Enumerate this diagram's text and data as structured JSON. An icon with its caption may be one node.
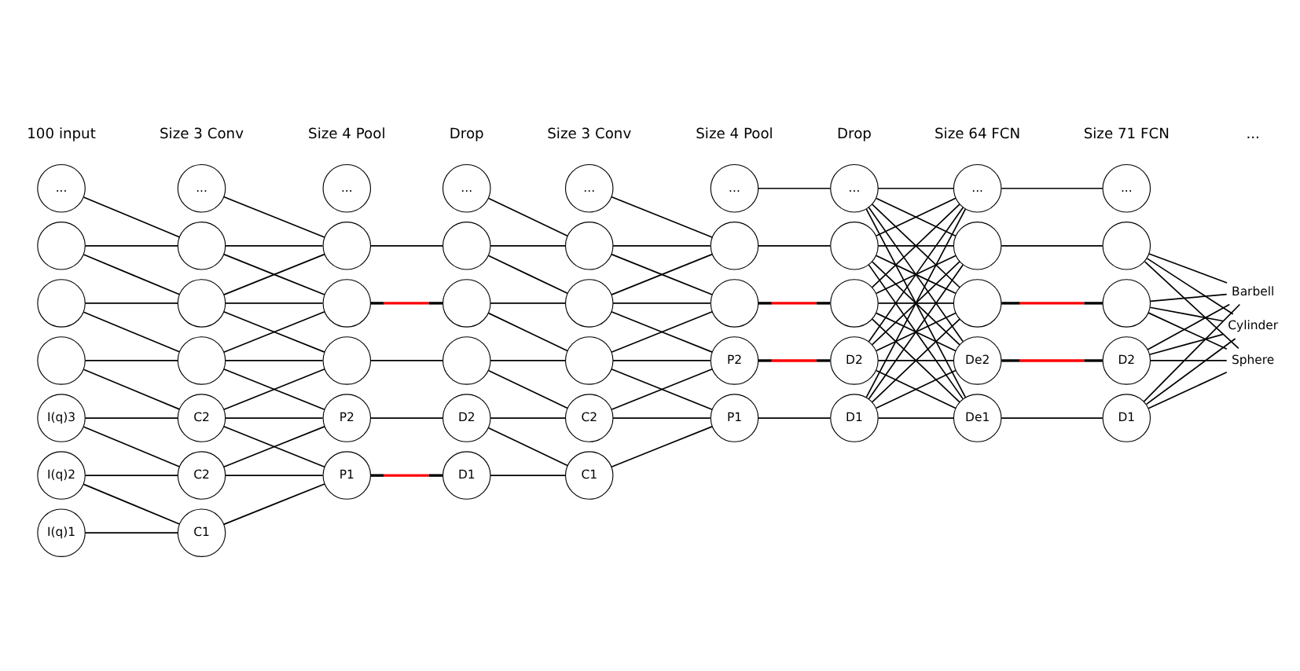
{
  "diagram": {
    "nodes": [
      {
        "text": [
          "..."
        ]
      },
      {
        "text": [],
        "shape": "circle"
      },
      {
        "text": [],
        "shape": "circle"
      },
      {
        "text": [],
        "shape": "circle"
      },
      {
        "text": [
          "I(q)3"
        ]
      },
      {
        "text": [
          "I(q)2"
        ]
      },
      {
        "text": [
          "I(q)1"
        ]
      },
      {
        "text": [
          "..."
        ]
      },
      {
        "text": [],
        "shape": "circle"
      },
      {
        "text": [],
        "shape": "circle"
      },
      {
        "text": [],
        "shape": "circle"
      },
      {
        "text": [
          "C2"
        ]
      },
      {
        "text": [
          "C2"
        ]
      },
      {
        "text": [
          "C1"
        ]
      },
      {
        "text": [
          "..."
        ]
      },
      {
        "text": [],
        "shape": "circle"
      },
      {
        "text": [],
        "shape": "circle"
      },
      {
        "text": [],
        "shape": "circle"
      },
      {
        "text": [
          "P2"
        ]
      },
      {
        "text": [
          "P1"
        ]
      },
      {
        "text": [
          "..."
        ]
      },
      {
        "text": [],
        "shape": "circle"
      },
      {
        "text": [],
        "shape": "circle"
      },
      {
        "text": [],
        "shape": "circle"
      },
      {
        "text": [
          "D2"
        ]
      },
      {
        "text": [
          "D1"
        ]
      },
      {
        "text": [
          "..."
        ]
      },
      {
        "text": [],
        "shape": "circle"
      },
      {
        "text": [],
        "shape": "circle"
      },
      {
        "text": [],
        "shape": "circle"
      },
      {
        "text": [
          "C2"
        ]
      },
      {
        "text": [
          "C1"
        ]
      },
      {
        "text": [
          "..."
        ]
      },
      {
        "text": [],
        "shape": "circle"
      },
      {
        "text": [],
        "shape": "circle"
      },
      {
        "text": [
          "P2"
        ]
      },
      {
        "text": [
          "P1"
        ]
      },
      {
        "text": [
          "..."
        ]
      },
      {
        "text": [],
        "shape": "circle"
      },
      {
        "text": [],
        "shape": "circle"
      },
      {
        "text": [
          "D2"
        ]
      },
      {
        "text": [
          "D1"
        ]
      },
      {
        "text": [
          "..."
        ]
      },
      {
        "text": [],
        "shape": "circle"
      },
      {
        "text": [],
        "shape": "circle"
      },
      {
        "text": [
          "De2"
        ]
      },
      {
        "text": [
          "De1"
        ]
      },
      {
        "text": [
          "..."
        ]
      },
      {
        "text": [],
        "shape": "circle"
      },
      {
        "text": [],
        "shape": "circle"
      },
      {
        "text": [
          "D2"
        ]
      },
      {
        "text": [
          "D1"
        ]
      },
      {
        "text": [
          "Barbell"
        ]
      },
      {
        "text": [
          "Cylinder"
        ]
      },
      {
        "text": [
          "Sphere"
        ]
      }
    ],
    "edges": [
      {
        "from": 0,
        "to": 8,
        "arrow": "none"
      },
      {
        "from": 1,
        "to": 8,
        "arrow": "none"
      },
      {
        "from": 1,
        "to": 9,
        "arrow": "none"
      },
      {
        "from": 2,
        "to": 9,
        "arrow": "none"
      },
      {
        "from": 2,
        "to": 10,
        "arrow": "none"
      },
      {
        "from": 3,
        "to": 10,
        "arrow": "none"
      },
      {
        "from": 3,
        "to": 11,
        "arrow": "none"
      },
      {
        "from": 4,
        "to": 11,
        "arrow": "none"
      },
      {
        "from": 4,
        "to": 12,
        "arrow": "none"
      },
      {
        "from": 5,
        "to": 12,
        "arrow": "none"
      },
      {
        "from": 5,
        "to": 13,
        "arrow": "none"
      },
      {
        "from": 6,
        "to": 13,
        "arrow": "none"
      },
      {
        "from": 7,
        "to": 15,
        "arrow": "none"
      },
      {
        "from": 8,
        "to": 15,
        "arrow": "none"
      },
      {
        "from": 8,
        "to": 16,
        "arrow": "none"
      },
      {
        "from": 9,
        "to": 15,
        "arrow": "none"
      },
      {
        "from": 9,
        "to": 16,
        "arrow": "none"
      },
      {
        "from": 9,
        "to": 17,
        "arrow": "none"
      },
      {
        "from": 10,
        "to": 16,
        "arrow": "none"
      },
      {
        "from": 10,
        "to": 17,
        "arrow": "none"
      },
      {
        "from": 10,
        "to": 18,
        "arrow": "none"
      },
      {
        "from": 11,
        "to": 17,
        "arrow": "none"
      },
      {
        "from": 11,
        "to": 18,
        "arrow": "none"
      },
      {
        "from": 11,
        "to": 19,
        "arrow": "none"
      },
      {
        "from": 12,
        "to": 18,
        "arrow": "none"
      },
      {
        "from": 12,
        "to": 19,
        "arrow": "none"
      },
      {
        "from": 13,
        "to": 19,
        "arrow": "none"
      },
      {
        "from": 15,
        "to": 21,
        "arrow": "none"
      },
      {
        "from": 16,
        "to": 22,
        "arrow": "none",
        "color": "#ff0000"
      },
      {
        "from": 17,
        "to": 23,
        "arrow": "none"
      },
      {
        "from": 18,
        "to": 24,
        "arrow": "none"
      },
      {
        "from": 19,
        "to": 25,
        "arrow": "none",
        "color": "#ff0000"
      },
      {
        "from": 20,
        "to": 27,
        "arrow": "none"
      },
      {
        "from": 21,
        "to": 27,
        "arrow": "none"
      },
      {
        "from": 21,
        "to": 28,
        "arrow": "none"
      },
      {
        "from": 22,
        "to": 28,
        "arrow": "none"
      },
      {
        "from": 22,
        "to": 29,
        "arrow": "none"
      },
      {
        "from": 23,
        "to": 29,
        "arrow": "none"
      },
      {
        "from": 23,
        "to": 30,
        "arrow": "none"
      },
      {
        "from": 24,
        "to": 30,
        "arrow": "none"
      },
      {
        "from": 24,
        "to": 31,
        "arrow": "none"
      },
      {
        "from": 25,
        "to": 31,
        "arrow": "none"
      },
      {
        "from": 26,
        "to": 33,
        "arrow": "none"
      },
      {
        "from": 27,
        "to": 33,
        "arrow": "none"
      },
      {
        "from": 27,
        "to": 34,
        "arrow": "none"
      },
      {
        "from": 28,
        "to": 33,
        "arrow": "none"
      },
      {
        "from": 28,
        "to": 34,
        "arrow": "none"
      },
      {
        "from": 28,
        "to": 35,
        "arrow": "none"
      },
      {
        "from": 29,
        "to": 34,
        "arrow": "none"
      },
      {
        "from": 29,
        "to": 35,
        "arrow": "none"
      },
      {
        "from": 29,
        "to": 36,
        "arrow": "none"
      },
      {
        "from": 30,
        "to": 35,
        "arrow": "none"
      },
      {
        "from": 30,
        "to": 36,
        "arrow": "none"
      },
      {
        "from": 31,
        "to": 36,
        "arrow": "none"
      },
      {
        "from": 32,
        "to": 37,
        "arrow": "none"
      },
      {
        "from": 33,
        "to": 38,
        "arrow": "none"
      },
      {
        "from": 34,
        "to": 39,
        "arrow": "none",
        "color": "#ff0000"
      },
      {
        "from": 35,
        "to": 40,
        "arrow": "none",
        "color": "#ff0000"
      },
      {
        "from": 36,
        "to": 41,
        "arrow": "none"
      },
      {
        "from": 37,
        "to": 42,
        "arrow": "none"
      },
      {
        "from": 37,
        "to": 43,
        "arrow": "none"
      },
      {
        "from": 37,
        "to": 44,
        "arrow": "none"
      },
      {
        "from": 37,
        "to": 45,
        "arrow": "none"
      },
      {
        "from": 37,
        "to": 46,
        "arrow": "none"
      },
      {
        "from": 38,
        "to": 42,
        "arrow": "none"
      },
      {
        "from": 38,
        "to": 43,
        "arrow": "none"
      },
      {
        "from": 38,
        "to": 44,
        "arrow": "none"
      },
      {
        "from": 38,
        "to": 45,
        "arrow": "none"
      },
      {
        "from": 38,
        "to": 46,
        "arrow": "none"
      },
      {
        "from": 39,
        "to": 42,
        "arrow": "none"
      },
      {
        "from": 39,
        "to": 43,
        "arrow": "none"
      },
      {
        "from": 39,
        "to": 44,
        "arrow": "none"
      },
      {
        "from": 39,
        "to": 45,
        "arrow": "none"
      },
      {
        "from": 39,
        "to": 46,
        "arrow": "none"
      },
      {
        "from": 40,
        "to": 42,
        "arrow": "none"
      },
      {
        "from": 40,
        "to": 43,
        "arrow": "none"
      },
      {
        "from": 40,
        "to": 44,
        "arrow": "none"
      },
      {
        "from": 40,
        "to": 45,
        "arrow": "none"
      },
      {
        "from": 40,
        "to": 46,
        "arrow": "none"
      },
      {
        "from": 41,
        "to": 42,
        "arrow": "none"
      },
      {
        "from": 41,
        "to": 43,
        "arrow": "none"
      },
      {
        "from": 41,
        "to": 44,
        "arrow": "none"
      },
      {
        "from": 41,
        "to": 45,
        "arrow": "none"
      },
      {
        "from": 41,
        "to": 46,
        "arrow": "none"
      },
      {
        "from": 42,
        "to": 47,
        "arrow": "none"
      },
      {
        "from": 43,
        "to": 48,
        "arrow": "none"
      },
      {
        "from": 44,
        "to": 49,
        "arrow": "none",
        "color": "#ff0000"
      },
      {
        "from": 45,
        "to": 50,
        "arrow": "none",
        "color": "#ff0000"
      },
      {
        "from": 46,
        "to": 51,
        "arrow": "none"
      },
      {
        "from": 48,
        "to": 52,
        "arrow": "none"
      },
      {
        "from": 48,
        "to": 53,
        "arrow": "none"
      },
      {
        "from": 48,
        "to": 54,
        "arrow": "none"
      },
      {
        "from": 49,
        "to": 52,
        "arrow": "none"
      },
      {
        "from": 49,
        "to": 53,
        "arrow": "none"
      },
      {
        "from": 49,
        "to": 54,
        "arrow": "none"
      },
      {
        "from": 50,
        "to": 52,
        "arrow": "none"
      },
      {
        "from": 50,
        "to": 53,
        "arrow": "none"
      },
      {
        "from": 50,
        "to": 54,
        "arrow": "none"
      },
      {
        "from": 51,
        "to": 52,
        "arrow": "none"
      },
      {
        "from": 51,
        "to": 53,
        "arrow": "none"
      },
      {
        "from": 51,
        "to": 54,
        "arrow": "none"
      }
    ],
    "labels": [
      "100 input",
      "Size 3 Conv",
      "Size 4 Pool",
      "Drop",
      "Size 3 Conv",
      "Size 4 Pool",
      "Drop",
      "Size 64 FCN",
      "Size 71 FCN",
      "..."
    ]
  }
}
